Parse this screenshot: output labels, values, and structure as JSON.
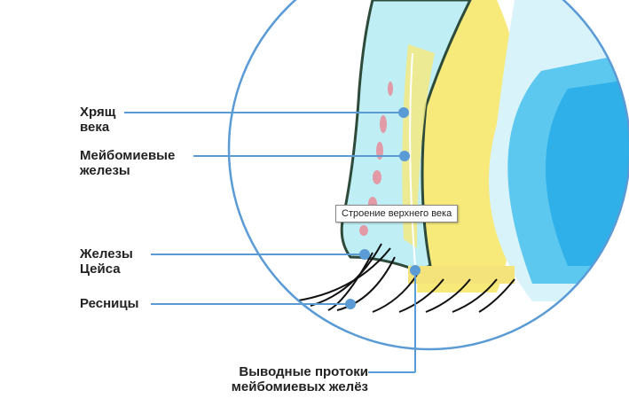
{
  "title": "Строение верхнего века",
  "labels": {
    "tarsus": [
      "Хрящ",
      "века"
    ],
    "meibomian": [
      "Мейбомиевые",
      "железы"
    ],
    "zeis": [
      "Железы",
      "Цейса"
    ],
    "lashes": [
      "Ресницы"
    ],
    "ducts": [
      "Выводные протоки",
      "мейбомиевых желёз"
    ]
  },
  "colors": {
    "line": "#5b9bd5",
    "skin": "#bfeef5",
    "yellow": "#f7e97a",
    "cornea": "#5cc8f0",
    "gland": "#e19aa6"
  }
}
